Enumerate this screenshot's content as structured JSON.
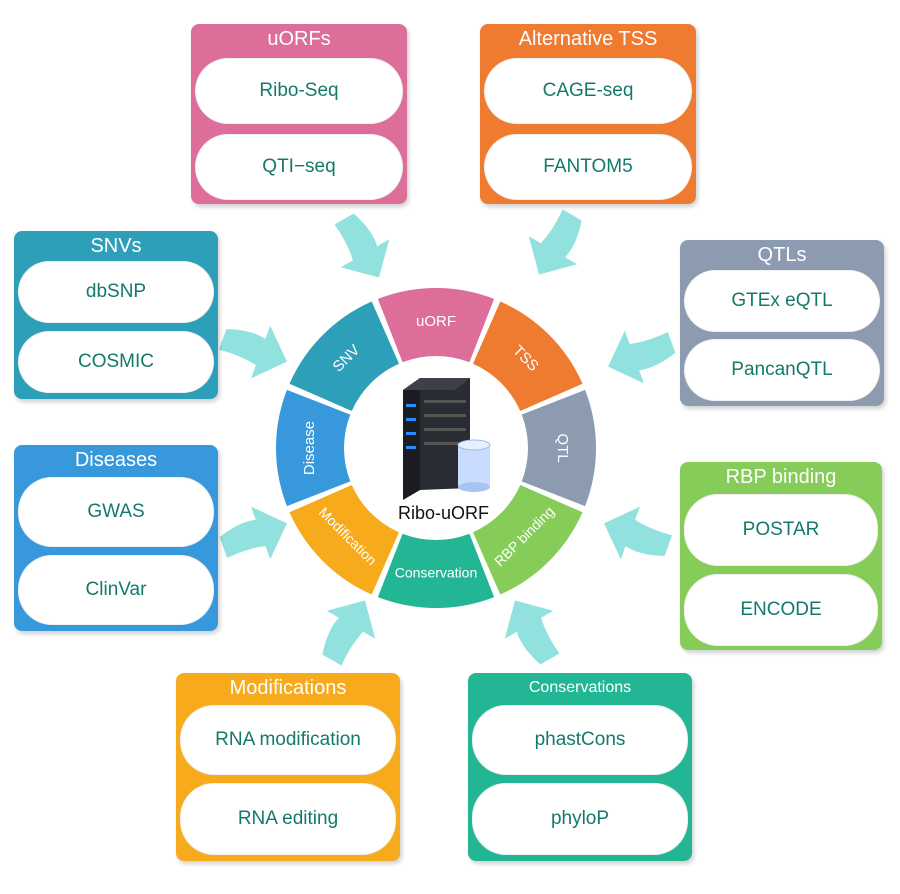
{
  "center": {
    "label": "Ribo-uORF",
    "icon": "database-server-icon"
  },
  "cards": {
    "uorfs": {
      "title": "uORFs",
      "color": "#dd6d99",
      "items": [
        "Ribo-Seq",
        "QTI−seq"
      ]
    },
    "tss": {
      "title": "Alternative TSS",
      "color": "#ef7b30",
      "items": [
        "CAGE-seq",
        "FANTOM5"
      ]
    },
    "snvs": {
      "title": "SNVs",
      "color": "#2e9fb8",
      "items": [
        "dbSNP",
        "COSMIC"
      ]
    },
    "qtls": {
      "title": "QTLs",
      "color": "#8d9bb0",
      "items": [
        "GTEx eQTL",
        "PancanQTL"
      ]
    },
    "diseases": {
      "title": "Diseases",
      "color": "#3898dc",
      "items": [
        "GWAS",
        "ClinVar"
      ]
    },
    "rbp": {
      "title": "RBP binding",
      "color": "#86cc58",
      "items": [
        "POSTAR",
        "ENCODE"
      ]
    },
    "modifications": {
      "title": "Modifications",
      "color": "#f6aa1c",
      "items": [
        "RNA modification",
        "RNA editing"
      ]
    },
    "conservations": {
      "title": "Conservations",
      "color": "#23b695",
      "items": [
        "phastCons",
        "phyloP"
      ]
    }
  },
  "ring": {
    "segments": [
      {
        "label": "uORF",
        "color": "#dd6d99"
      },
      {
        "label": "TSS",
        "color": "#ef7b30"
      },
      {
        "label": "QTL",
        "color": "#8d9bb0"
      },
      {
        "label": "RBP binding",
        "color": "#86cc58"
      },
      {
        "label": "Conservation",
        "color": "#23b695"
      },
      {
        "label": "Modification",
        "color": "#f6aa1c"
      },
      {
        "label": "Disease",
        "color": "#3898dc"
      },
      {
        "label": "SNV",
        "color": "#2e9fb8"
      }
    ]
  },
  "arrow_color": "#7edcd9"
}
